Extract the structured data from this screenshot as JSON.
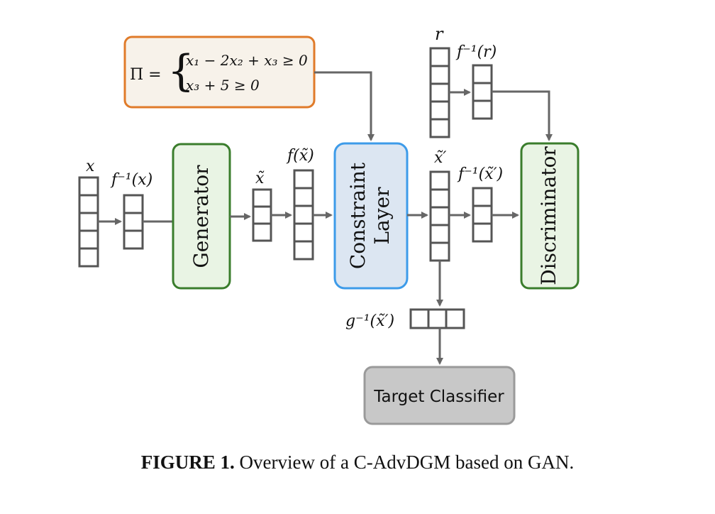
{
  "constraint_box": {
    "symbol": "Π =",
    "line1": "x₁ − 2x₂ + x₃ ≥ 0",
    "line2": "x₃ + 5 ≥ 0"
  },
  "labels": {
    "x": "x",
    "f_inv_x": "f⁻¹(x)",
    "x_tilde": "x̃",
    "f_x_tilde": "f(x̃)",
    "x_tilde_prime": "x̃′",
    "f_inv_x_tilde_prime": "f⁻¹(x̃′)",
    "r": "r",
    "f_inv_r": "f⁻¹(r)",
    "g_inv": "g⁻¹(x̃′)"
  },
  "blocks": {
    "generator": "Generator",
    "constraint_line1": "Constraint",
    "constraint_line2": "Layer",
    "discriminator": "Discriminator",
    "target_classifier": "Target Classifier"
  },
  "caption": {
    "figure_label": "FIGURE 1.",
    "text": "Overview of a C-AdvDGM based on GAN."
  },
  "colors": {
    "arrow": "#666666",
    "constraint_box_border": "#e07b2a",
    "constraint_box_fill": "#f7f2ea",
    "generator_border": "#3a7d2c",
    "generator_fill": "#e9f4e4",
    "constraint_layer_border": "#3d9be9",
    "constraint_layer_fill": "#dce6f2",
    "classifier_border": "#9a9a9a",
    "classifier_fill": "#c8c8c8"
  }
}
